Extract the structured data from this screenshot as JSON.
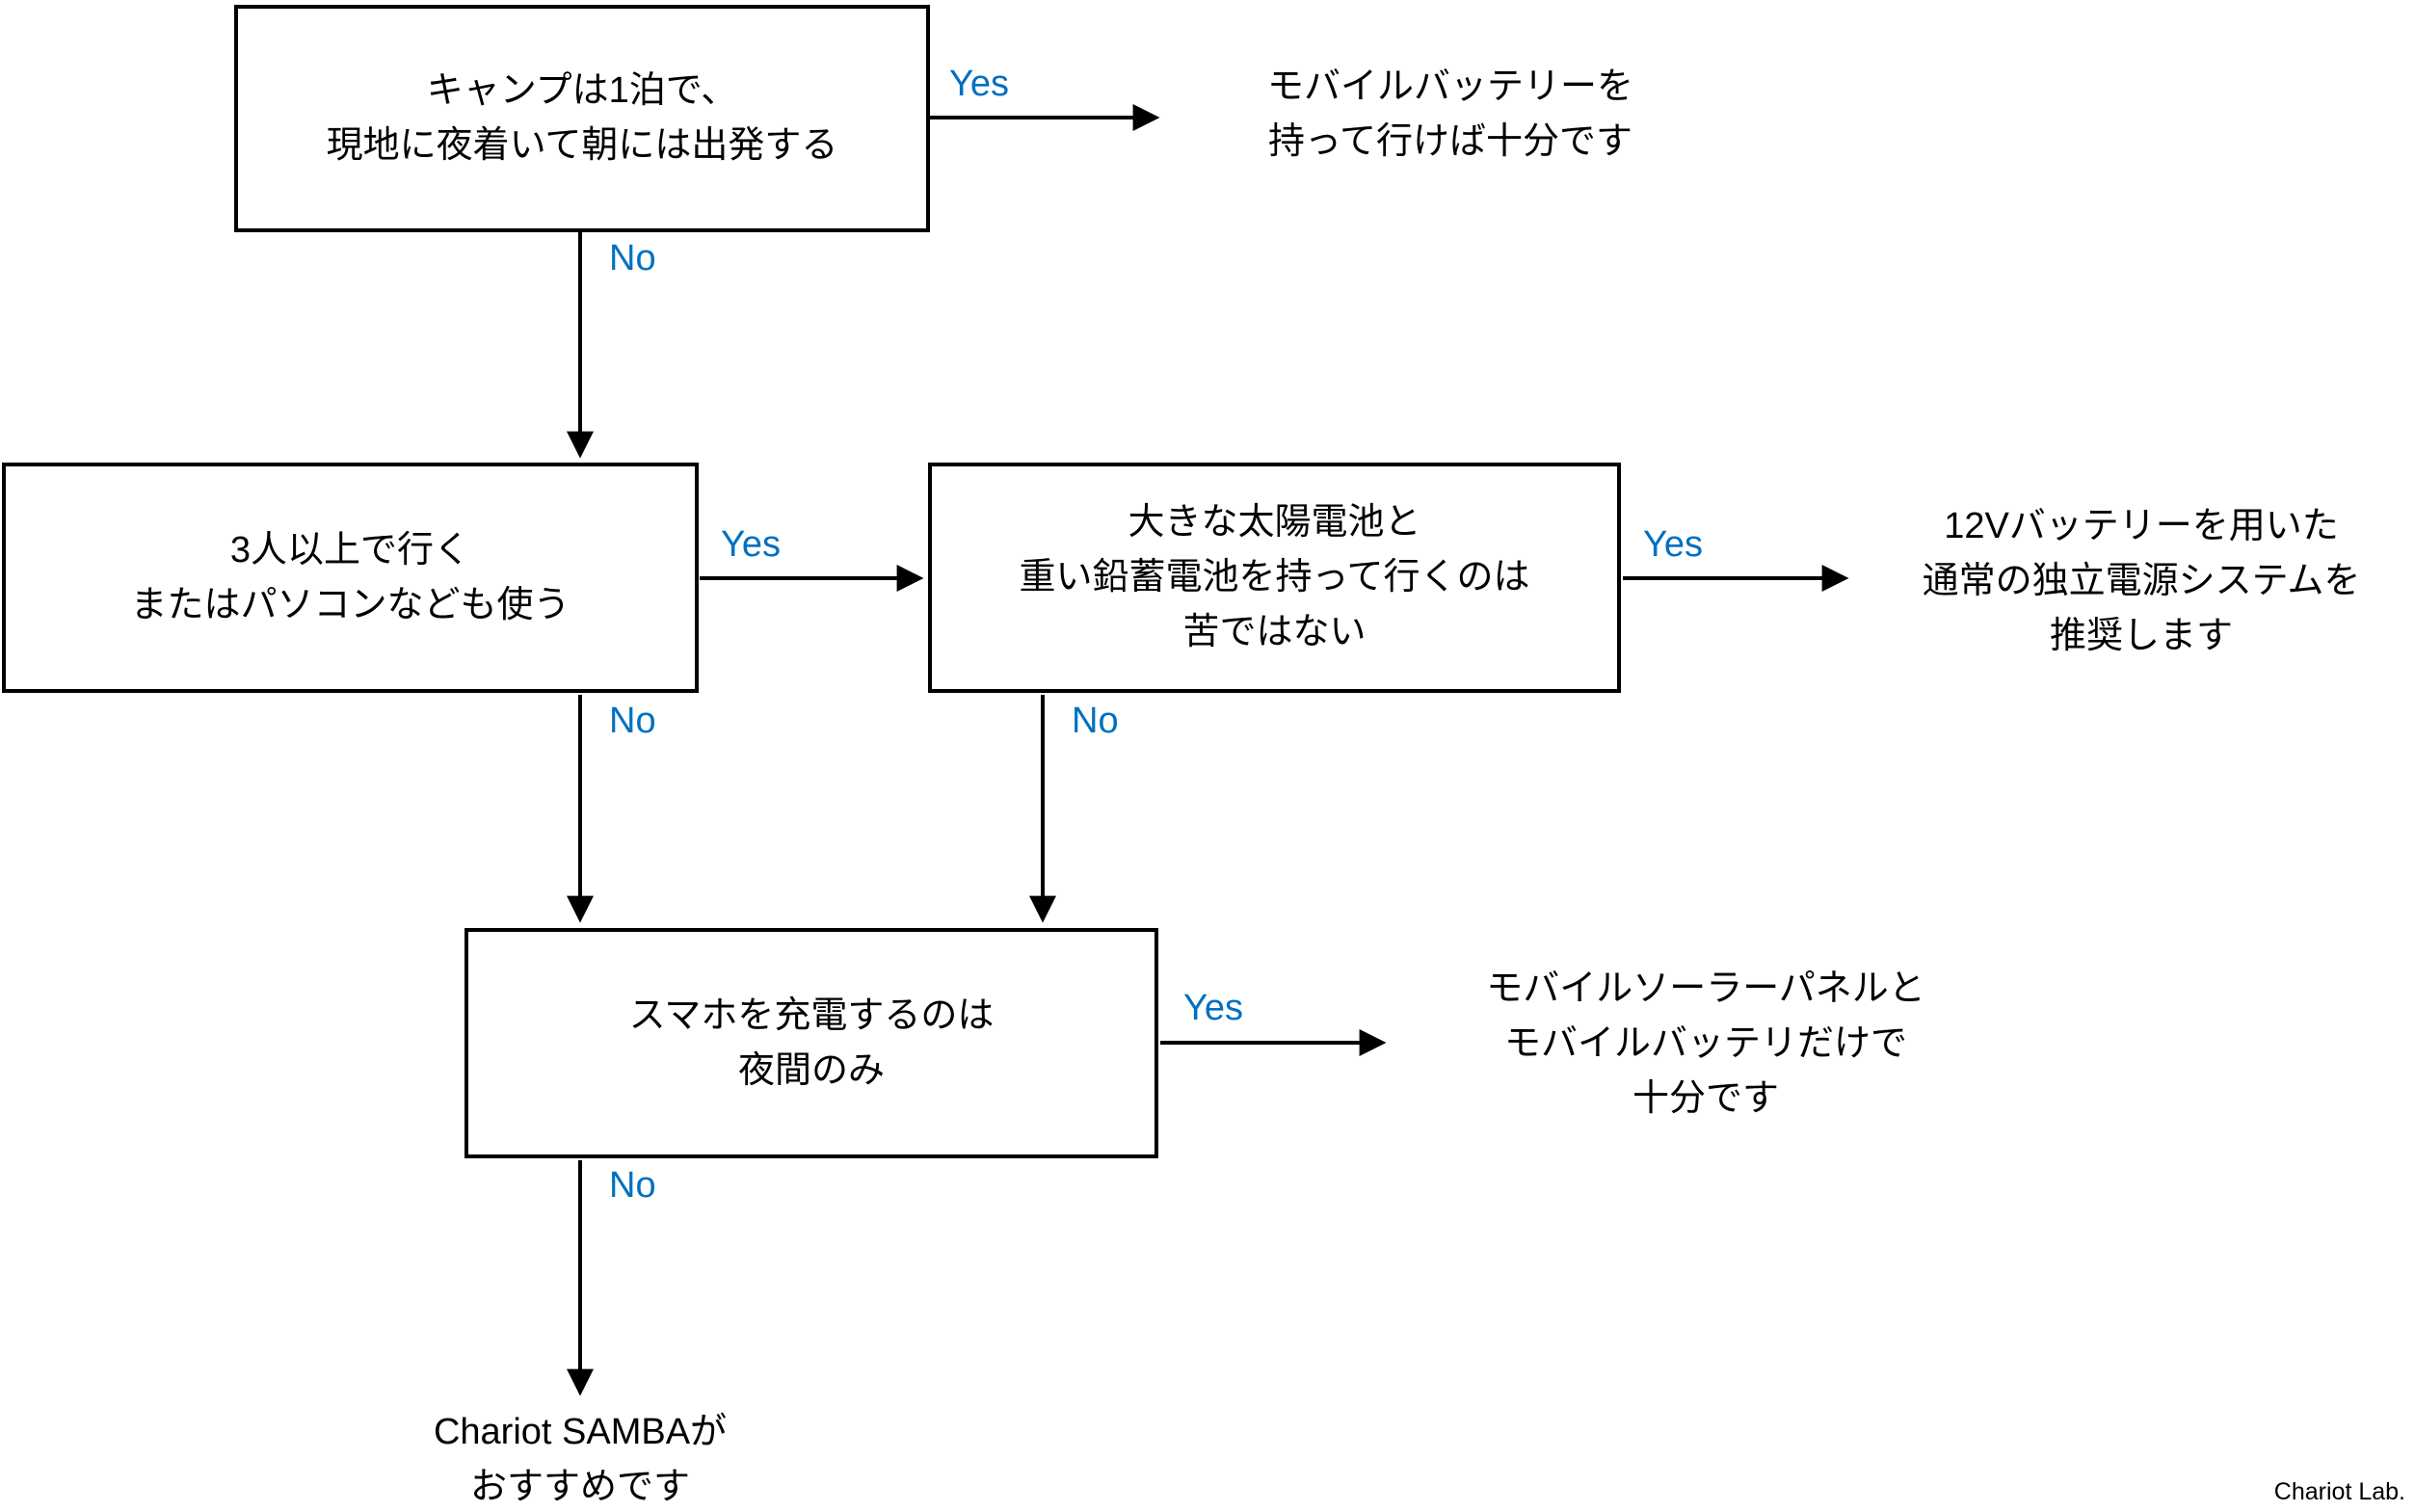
{
  "flowchart": {
    "title_hint": "power-source decision flowchart",
    "nodes": {
      "q1": "キャンプは1泊で、\n現地に夜着いて朝には出発する",
      "q2": "3人以上で行く\nまたはパソコンなども使う",
      "q3": "大きな太陽電池と\n重い鉛蓄電池を持って行くのは\n苦ではない",
      "q4": "スマホを充電するのは\n夜間のみ"
    },
    "results": {
      "battery_only": "モバイルバッテリーを\n持って行けば十分です",
      "independent_system": "12Vバッテリーを用いた\n通常の独立電源システムを\n推奨します",
      "solar_and_battery": "モバイルソーラーパネルと\nモバイルバッテリだけで\n十分です",
      "chariot_samba": "Chariot SAMBAが\nおすすめです"
    },
    "labels": {
      "yes": "Yes",
      "no": "No"
    },
    "credit": "Chariot Lab.",
    "colors": {
      "label_blue": "#0070C0",
      "line_black": "#000000"
    }
  }
}
